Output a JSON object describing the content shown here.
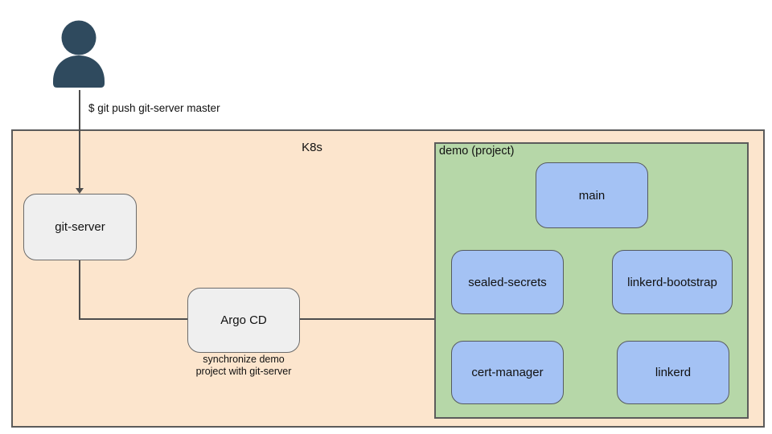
{
  "command": "$ git push git-server master",
  "cluster": {
    "label": "K8s",
    "git_server_label": "git-server",
    "argo_cd_label": "Argo CD",
    "argo_caption": {
      "line1": "synchronize demo",
      "line2": "project with git-server"
    },
    "project": {
      "label": "demo (project)",
      "apps": [
        "main",
        "sealed-secrets",
        "linkerd-bootstrap",
        "cert-manager",
        "linkerd"
      ]
    }
  },
  "colors": {
    "cluster_bg": "#fce5cd",
    "project_bg": "#b6d7a8",
    "app_node_bg": "#a4c2f4",
    "infra_node_bg": "#efefef",
    "container_border": "#5b5b5b",
    "connector": "#4d4d4d",
    "person_icon": "#2f4a5e"
  }
}
